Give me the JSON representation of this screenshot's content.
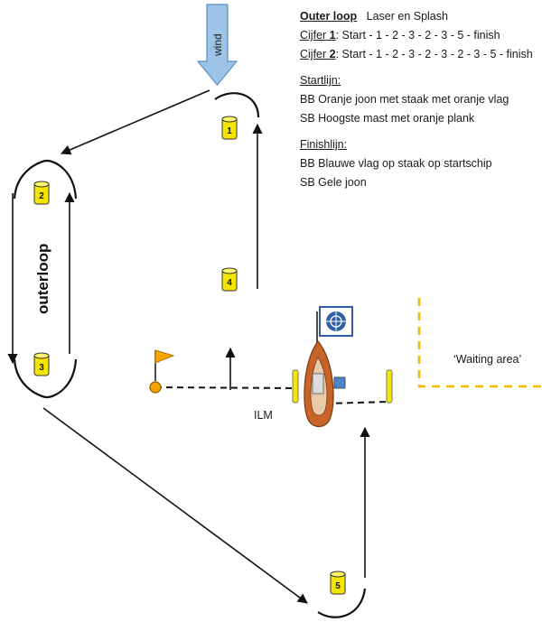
{
  "legend": {
    "title": "Outer loop",
    "classes": "Laser en Splash",
    "course1_label": "Cijfer",
    "course1_num": "1",
    "course1_seq": ": Start - 1 - 2 - 3 - 2 - 3 - 5 - finish",
    "course2_label": "Cijfer",
    "course2_num": "2",
    "course2_seq": ": Start - 1 - 2 - 3 - 2 - 3 - 2 - 3 - 5 - finish",
    "startline_heading": "Startlijn:",
    "startline_bb": "BB Oranje joon met staak met oranje vlag",
    "startline_sb": "SB Hoogste mast met oranje plank",
    "finishline_heading": "Finishlijn:",
    "finishline_bb": "BB Blauwe vlag op staak op startschip",
    "finishline_sb": "SB Gele joon"
  },
  "diagram": {
    "wind_label": "wind",
    "loop_label": "outerloop",
    "ilm_label": "ILM",
    "waiting_area_label": "‘Waiting area’",
    "marks": [
      {
        "id": "mark-1",
        "number": "1"
      },
      {
        "id": "mark-2",
        "number": "2"
      },
      {
        "id": "mark-3",
        "number": "3"
      },
      {
        "id": "mark-4",
        "number": "4"
      },
      {
        "id": "mark-5",
        "number": "5"
      }
    ]
  },
  "colors": {
    "mark_yellow": "#f5e600",
    "wind_arrow": "#9dc3e6",
    "flag_orange": "#f5a300",
    "waiting_area_line": "#f5b800",
    "boat_hull": "#c8642a",
    "committee_flag": "#2e5fa8"
  }
}
